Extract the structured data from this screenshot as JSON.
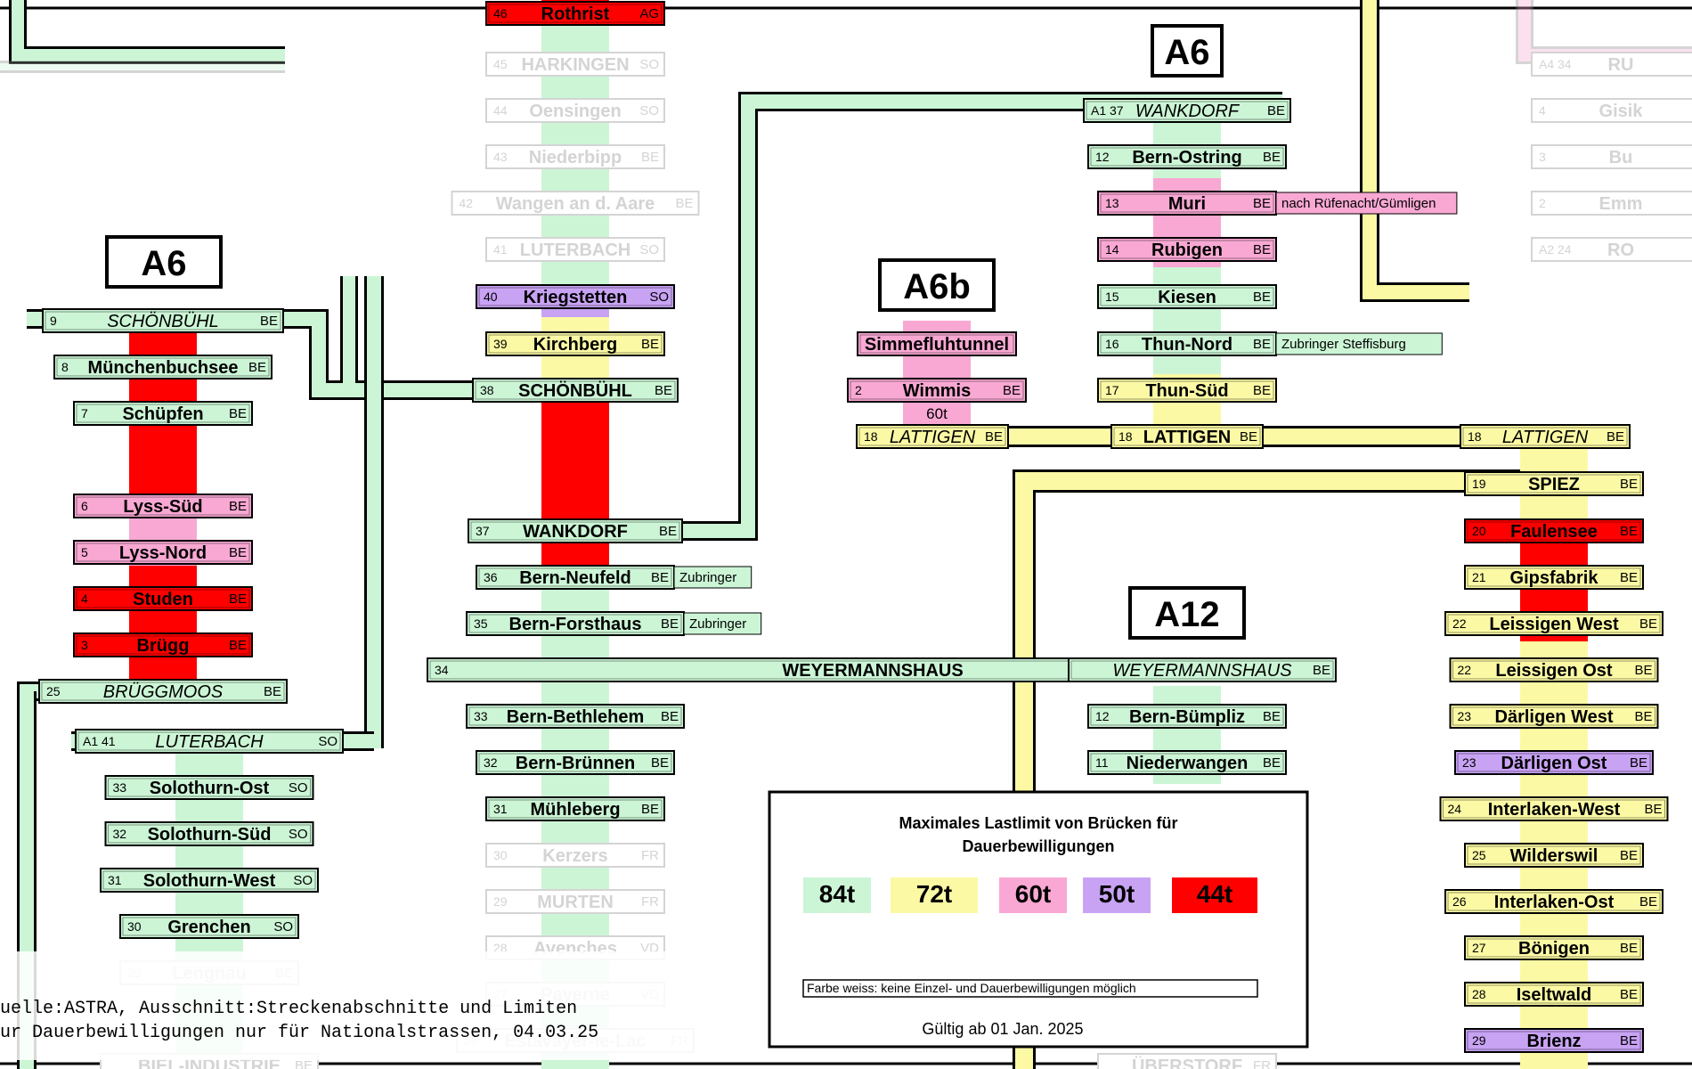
{
  "colors": {
    "g84": "#ccf5d6",
    "y72": "#fbf9a4",
    "p60": "#f8a8d3",
    "v50": "#c8a3f4",
    "r44": "#ff0000",
    "fadedText": "#d4d4d4",
    "line": "#000000"
  },
  "route_boxes": [
    "A6",
    "A6",
    "A6b",
    "A12"
  ],
  "legend": {
    "title_line1": "Maximales Lastlimit von Brücken für",
    "title_line2": "Dauerbewilligungen",
    "swatches": [
      {
        "label": "84t",
        "color": "#ccf5d6"
      },
      {
        "label": "72t",
        "color": "#fbf9a4"
      },
      {
        "label": "60t",
        "color": "#f8a8d3"
      },
      {
        "label": "50t",
        "color": "#c8a3f4"
      },
      {
        "label": "44t",
        "color": "#ff0000"
      }
    ],
    "white_note": "Farbe weiss: keine Einzel- und Dauerbewilligungen möglich",
    "valid": "Gültig ab 01 Jan. 2025"
  },
  "source_note": {
    "line1": "uelle:ASTRA, Ausschnitt:Streckenabschnitte und Limiten",
    "line2": "ur Dauerbewilligungen nur für Nationalstrassen, 04.03.25"
  },
  "stations": [
    {
      "key": "rothrist",
      "num": "46",
      "name": "Rothrist",
      "canton": "AG",
      "color": "r44"
    },
    {
      "key": "harkingen",
      "num": "45",
      "name": "HARKINGEN",
      "canton": "SO",
      "faded": true
    },
    {
      "key": "oensingen",
      "num": "44",
      "name": "Oensingen",
      "canton": "SO",
      "faded": true
    },
    {
      "key": "niederbipp",
      "num": "43",
      "name": "Niederbipp",
      "canton": "BE",
      "faded": true
    },
    {
      "key": "wangen",
      "num": "42",
      "name": "Wangen an d. Aare",
      "canton": "BE",
      "faded": true
    },
    {
      "key": "luterbach1",
      "num": "41",
      "name": "LUTERBACH",
      "canton": "SO",
      "faded": true
    },
    {
      "key": "kriegstetten",
      "num": "40",
      "name": "Kriegstetten",
      "canton": "SO",
      "color": "v50"
    },
    {
      "key": "kirchberg",
      "num": "39",
      "name": "Kirchberg",
      "canton": "BE",
      "color": "y72"
    },
    {
      "key": "schoenbuehl38",
      "num": "38",
      "name": "SCHÖNBÜHL",
      "canton": "BE",
      "color": "g84"
    },
    {
      "key": "wankdorf37",
      "num": "37",
      "name": "WANKDORF",
      "canton": "BE",
      "color": "g84"
    },
    {
      "key": "neufeld",
      "num": "36",
      "name": "Bern-Neufeld",
      "canton": "BE",
      "color": "g84",
      "extra": "Zubringer"
    },
    {
      "key": "forsthaus",
      "num": "35",
      "name": "Bern-Forsthaus",
      "canton": "BE",
      "color": "g84",
      "extra": "Zubringer"
    },
    {
      "key": "weyermannshaus34",
      "num": "34",
      "name": "WEYERMANNSHAUS",
      "canton": "BE",
      "color": "g84"
    },
    {
      "key": "bethlehem",
      "num": "33",
      "name": "Bern-Bethlehem",
      "canton": "BE",
      "color": "g84"
    },
    {
      "key": "bruennen",
      "num": "32",
      "name": "Bern-Brünnen",
      "canton": "BE",
      "color": "g84"
    },
    {
      "key": "muehleberg",
      "num": "31",
      "name": "Mühleberg",
      "canton": "BE",
      "color": "g84"
    },
    {
      "key": "kerzers",
      "num": "30",
      "name": "Kerzers",
      "canton": "FR",
      "faded": true
    },
    {
      "key": "murten",
      "num": "29",
      "name": "MURTEN",
      "canton": "FR",
      "faded": true
    },
    {
      "key": "avenches",
      "num": "28",
      "name": "Avenches",
      "canton": "VD",
      "faded": true
    },
    {
      "key": "payerne",
      "num": "27",
      "name": "Payerne",
      "canton": "VD",
      "faded": true
    },
    {
      "key": "estavayer",
      "num": "26",
      "name": "Estavayer-le-Lac",
      "canton": "FR",
      "faded": true
    },
    {
      "key": "schoenbuehl9",
      "num": "9",
      "name": "SCHÖNBÜHL",
      "canton": "BE",
      "color": "g84"
    },
    {
      "key": "muenchenbuchsee",
      "num": "8",
      "name": "Münchenbuchsee",
      "canton": "BE",
      "color": "g84"
    },
    {
      "key": "schuepfen",
      "num": "7",
      "name": "Schüpfen",
      "canton": "BE",
      "color": "g84"
    },
    {
      "key": "lysssued",
      "num": "6",
      "name": "Lyss-Süd",
      "canton": "BE",
      "color": "p60"
    },
    {
      "key": "lyssnord",
      "num": "5",
      "name": "Lyss-Nord",
      "canton": "BE",
      "color": "p60"
    },
    {
      "key": "studen",
      "num": "4",
      "name": "Studen",
      "canton": "BE",
      "color": "r44"
    },
    {
      "key": "bruegg",
      "num": "3",
      "name": "Brügg",
      "canton": "BE",
      "color": "r44"
    },
    {
      "key": "brueggmoos",
      "num": "25",
      "name": "BRÜGGMOOS",
      "canton": "BE",
      "color": "g84"
    },
    {
      "key": "luterbach41",
      "num": "A1 41",
      "name": "LUTERBACH",
      "canton": "SO",
      "color": "g84"
    },
    {
      "key": "solothurnost",
      "num": "33",
      "name": "Solothurn-Ost",
      "canton": "SO",
      "color": "g84"
    },
    {
      "key": "solothurnsued",
      "num": "32",
      "name": "Solothurn-Süd",
      "canton": "SO",
      "color": "g84"
    },
    {
      "key": "solothurnwest",
      "num": "31",
      "name": "Solothurn-West",
      "canton": "SO",
      "color": "g84"
    },
    {
      "key": "grenchen",
      "num": "30",
      "name": "Grenchen",
      "canton": "SO",
      "color": "g84"
    },
    {
      "key": "lengnau",
      "num": "29",
      "name": "Lengnau",
      "canton": "BE",
      "faded": true
    },
    {
      "key": "bielindustrie",
      "num": "",
      "name": "BIEL-INDUSTRIE",
      "canton": "BE",
      "faded": true
    },
    {
      "key": "wankdorfA1",
      "num": "A1 37",
      "name": "WANKDORF",
      "canton": "BE",
      "color": "g84"
    },
    {
      "key": "ostring",
      "num": "12",
      "name": "Bern-Ostring",
      "canton": "BE",
      "color": "g84"
    },
    {
      "key": "muri",
      "num": "13",
      "name": "Muri",
      "canton": "BE",
      "color": "p60",
      "extra": "nach Rüfenacht/Gümligen"
    },
    {
      "key": "rubigen",
      "num": "14",
      "name": "Rubigen",
      "canton": "BE",
      "color": "p60"
    },
    {
      "key": "kiesen",
      "num": "15",
      "name": "Kiesen",
      "canton": "BE",
      "color": "g84"
    },
    {
      "key": "thunnord",
      "num": "16",
      "name": "Thun-Nord",
      "canton": "BE",
      "color": "g84",
      "extra": "Zubringer Steffisburg"
    },
    {
      "key": "thunsued",
      "num": "17",
      "name": "Thun-Süd",
      "canton": "BE",
      "color": "y72"
    },
    {
      "key": "lattigen",
      "num": "18",
      "name": "LATTIGEN",
      "canton": "BE",
      "color": "y72"
    },
    {
      "key": "lattigenA6b",
      "num": "18",
      "name": "LATTIGEN",
      "canton": "BE",
      "color": "y72"
    },
    {
      "key": "lattigenright",
      "num": "18",
      "name": "LATTIGEN",
      "canton": "BE",
      "color": "y72"
    },
    {
      "key": "simmefluh",
      "num": "",
      "name": "Simmefluhtunnel",
      "canton": "",
      "color": "p60"
    },
    {
      "key": "wimmis",
      "num": "2",
      "name": "Wimmis",
      "canton": "BE",
      "color": "p60",
      "extra": "60t"
    },
    {
      "key": "spiez",
      "num": "19",
      "name": "SPIEZ",
      "canton": "BE",
      "color": "y72"
    },
    {
      "key": "faulensee",
      "num": "20",
      "name": "Faulensee",
      "canton": "BE",
      "color": "r44"
    },
    {
      "key": "gipsfabrik",
      "num": "21",
      "name": "Gipsfabrik",
      "canton": "BE",
      "color": "y72"
    },
    {
      "key": "leissigenwest",
      "num": "22",
      "name": "Leissigen West",
      "canton": "BE",
      "color": "y72"
    },
    {
      "key": "leissigenost",
      "num": "22",
      "name": "Leissigen Ost",
      "canton": "BE",
      "color": "y72"
    },
    {
      "key": "daerligenwest",
      "num": "23",
      "name": "Därligen West",
      "canton": "BE",
      "color": "y72"
    },
    {
      "key": "daerligenost",
      "num": "23",
      "name": "Därligen Ost",
      "canton": "BE",
      "color": "v50"
    },
    {
      "key": "interlakenwest",
      "num": "24",
      "name": "Interlaken-West",
      "canton": "BE",
      "color": "y72"
    },
    {
      "key": "wilderswil",
      "num": "25",
      "name": "Wilderswil",
      "canton": "BE",
      "color": "y72"
    },
    {
      "key": "interlakenost",
      "num": "26",
      "name": "Interlaken-Ost",
      "canton": "BE",
      "color": "y72"
    },
    {
      "key": "boenigen",
      "num": "27",
      "name": "Bönigen",
      "canton": "BE",
      "color": "y72"
    },
    {
      "key": "iseltwald",
      "num": "28",
      "name": "Iseltwald",
      "canton": "BE",
      "color": "y72"
    },
    {
      "key": "brienz",
      "num": "29",
      "name": "Brienz",
      "canton": "BE",
      "color": "v50"
    },
    {
      "key": "weyermannshausA12",
      "num": "",
      "name": "WEYERMANNSHAUS",
      "canton": "BE",
      "color": "g84"
    },
    {
      "key": "buempliz",
      "num": "12",
      "name": "Bern-Bümpliz",
      "canton": "BE",
      "color": "g84"
    },
    {
      "key": "niederwangen",
      "num": "11",
      "name": "Niederwangen",
      "canton": "BE",
      "color": "g84"
    },
    {
      "key": "ueberstorf",
      "num": "",
      "name": "ÜBERSTORF",
      "canton": "FR",
      "faded": true
    },
    {
      "key": "ruegg",
      "num": "A4 34",
      "name": "RU",
      "canton": "",
      "faded": true
    },
    {
      "key": "gisikon",
      "num": "4",
      "name": "Gisik",
      "canton": "",
      "faded": true
    },
    {
      "key": "bu",
      "num": "3",
      "name": "Bu",
      "canton": "",
      "faded": true
    },
    {
      "key": "emmen",
      "num": "2",
      "name": "Emm",
      "canton": "",
      "faded": true
    },
    {
      "key": "rotsee",
      "num": "A2 24",
      "name": "RO",
      "canton": "",
      "faded": true
    }
  ]
}
